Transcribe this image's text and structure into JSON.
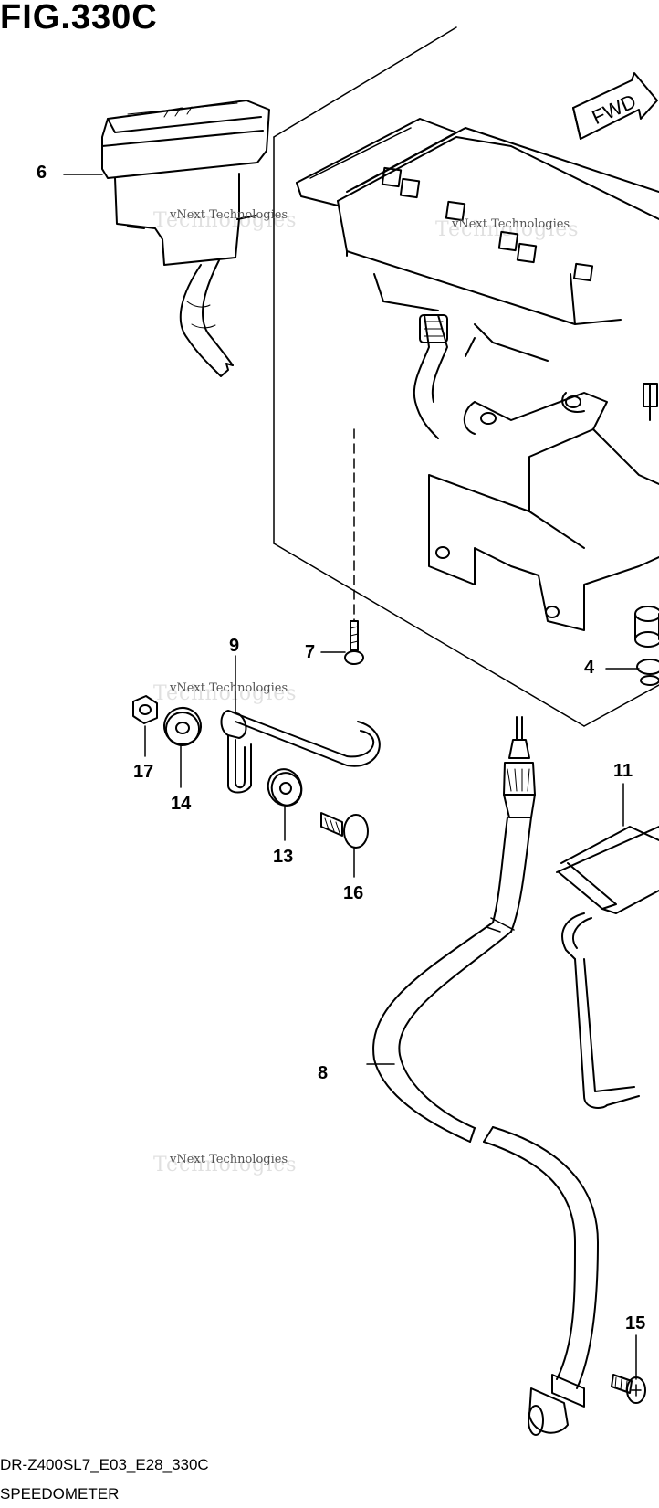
{
  "figure": {
    "title": "FIG.330C",
    "model_code": "DR-Z400SL7_E03_E28_330C",
    "section_name": "SPEEDOMETER"
  },
  "direction_tag": "FWD",
  "watermark": {
    "line1": "vNext Technologies",
    "line2": "Technologies"
  },
  "callouts": [
    {
      "id": "6",
      "label": "6"
    },
    {
      "id": "7",
      "label": "7"
    },
    {
      "id": "9",
      "label": "9"
    },
    {
      "id": "4",
      "label": "4"
    },
    {
      "id": "17",
      "label": "17"
    },
    {
      "id": "14",
      "label": "14"
    },
    {
      "id": "13",
      "label": "13"
    },
    {
      "id": "16",
      "label": "16"
    },
    {
      "id": "11",
      "label": "11"
    },
    {
      "id": "8",
      "label": "8"
    },
    {
      "id": "15",
      "label": "15"
    }
  ]
}
